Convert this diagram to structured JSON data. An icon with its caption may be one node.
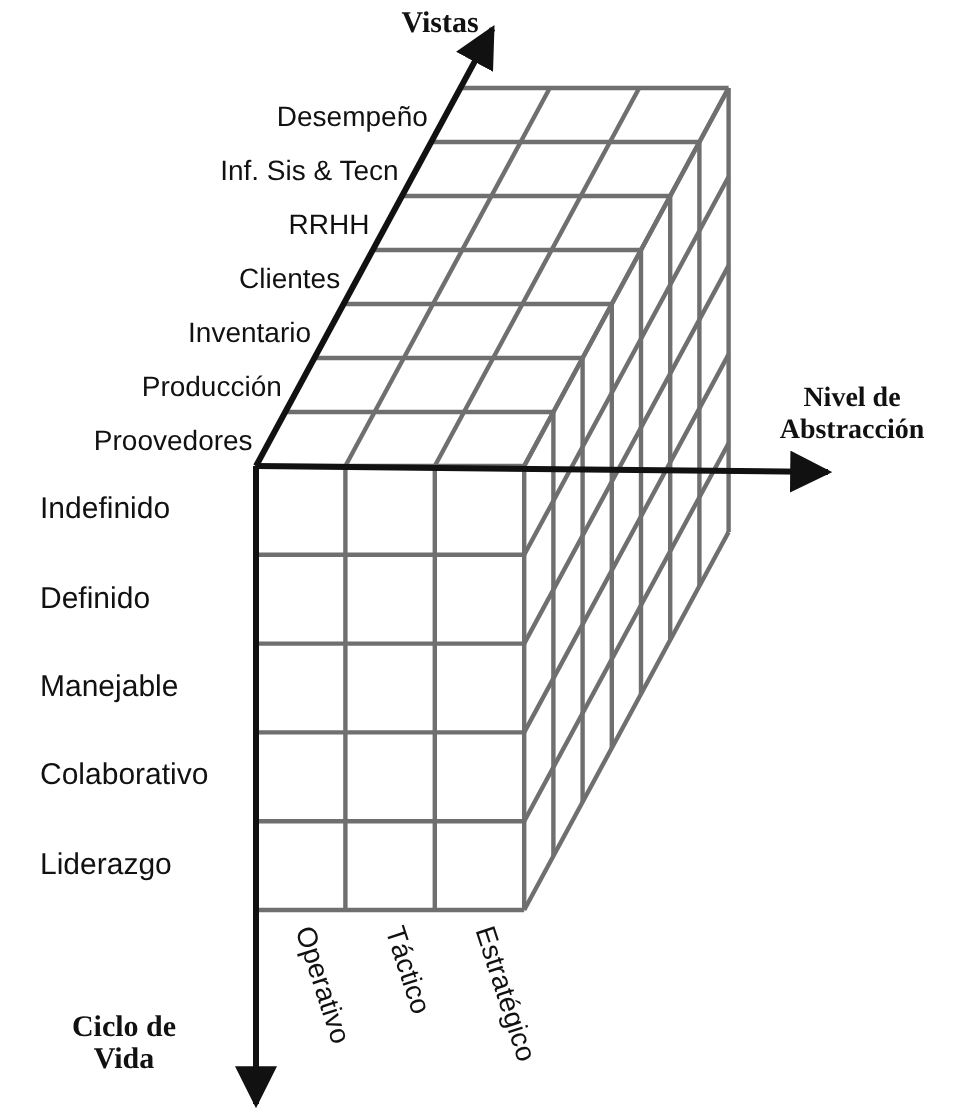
{
  "diagram": {
    "labels": [
      "Vistas",
      "Desempeño",
      "Inf. Sis & Tecn",
      "RRHH",
      "Clientes",
      "Inventario",
      "Producción",
      "Nivel de Abstracción",
      "Proovedores",
      "Indefinido",
      "Definido",
      "Manejable",
      "Colaborativo",
      "Liderazgo",
      "Operativo",
      "Táctico",
      "Estratégico",
      "Ciclo de Vida"
    ]
  }
}
